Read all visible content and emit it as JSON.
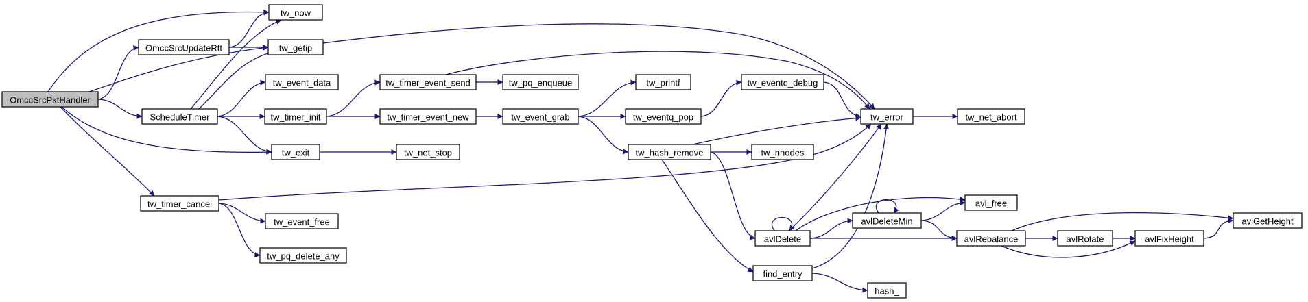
{
  "graph": {
    "nodes": [
      {
        "id": "OmccSrcPktHandler",
        "label": "OmccSrcPktHandler",
        "focus": true
      },
      {
        "id": "OmccSrcUpdateRtt",
        "label": "OmccSrcUpdateRtt"
      },
      {
        "id": "ScheduleTimer",
        "label": "ScheduleTimer"
      },
      {
        "id": "tw_timer_cancel",
        "label": "tw_timer_cancel"
      },
      {
        "id": "tw_now",
        "label": "tw_now"
      },
      {
        "id": "tw_getip",
        "label": "tw_getip"
      },
      {
        "id": "tw_event_data",
        "label": "tw_event_data"
      },
      {
        "id": "tw_timer_init",
        "label": "tw_timer_init"
      },
      {
        "id": "tw_exit",
        "label": "tw_exit"
      },
      {
        "id": "tw_event_free",
        "label": "tw_event_free"
      },
      {
        "id": "tw_pq_delete_any",
        "label": "tw_pq_delete_any"
      },
      {
        "id": "tw_timer_event_send",
        "label": "tw_timer_event_send"
      },
      {
        "id": "tw_timer_event_new",
        "label": "tw_timer_event_new"
      },
      {
        "id": "tw_net_stop",
        "label": "tw_net_stop"
      },
      {
        "id": "tw_pq_enqueue",
        "label": "tw_pq_enqueue"
      },
      {
        "id": "tw_event_grab",
        "label": "tw_event_grab"
      },
      {
        "id": "tw_printf",
        "label": "tw_printf"
      },
      {
        "id": "tw_eventq_pop",
        "label": "tw_eventq_pop"
      },
      {
        "id": "tw_hash_remove",
        "label": "tw_hash_remove"
      },
      {
        "id": "tw_eventq_debug",
        "label": "tw_eventq_debug"
      },
      {
        "id": "tw_nnodes",
        "label": "tw_nnodes"
      },
      {
        "id": "avlDelete",
        "label": "avlDelete"
      },
      {
        "id": "find_entry",
        "label": "find_entry"
      },
      {
        "id": "tw_error",
        "label": "tw_error"
      },
      {
        "id": "avlDeleteMin",
        "label": "avlDeleteMin"
      },
      {
        "id": "hash_",
        "label": "hash_"
      },
      {
        "id": "tw_net_abort",
        "label": "tw_net_abort"
      },
      {
        "id": "avl_free",
        "label": "avl_free"
      },
      {
        "id": "avlRebalance",
        "label": "avlRebalance"
      },
      {
        "id": "avlRotate",
        "label": "avlRotate"
      },
      {
        "id": "avlFixHeight",
        "label": "avlFixHeight"
      },
      {
        "id": "avlGetHeight",
        "label": "avlGetHeight"
      }
    ],
    "edges": [
      {
        "from": "OmccSrcPktHandler",
        "to": "tw_now"
      },
      {
        "from": "OmccSrcPktHandler",
        "to": "OmccSrcUpdateRtt"
      },
      {
        "from": "OmccSrcPktHandler",
        "to": "tw_getip"
      },
      {
        "from": "OmccSrcPktHandler",
        "to": "ScheduleTimer"
      },
      {
        "from": "OmccSrcPktHandler",
        "to": "tw_exit"
      },
      {
        "from": "OmccSrcPktHandler",
        "to": "tw_timer_cancel"
      },
      {
        "from": "OmccSrcUpdateRtt",
        "to": "tw_now"
      },
      {
        "from": "OmccSrcUpdateRtt",
        "to": "tw_getip"
      },
      {
        "from": "ScheduleTimer",
        "to": "tw_now"
      },
      {
        "from": "ScheduleTimer",
        "to": "tw_getip"
      },
      {
        "from": "ScheduleTimer",
        "to": "tw_event_data"
      },
      {
        "from": "ScheduleTimer",
        "to": "tw_timer_init"
      },
      {
        "from": "ScheduleTimer",
        "to": "tw_exit"
      },
      {
        "from": "tw_getip",
        "to": "tw_error"
      },
      {
        "from": "tw_timer_init",
        "to": "tw_timer_event_send"
      },
      {
        "from": "tw_timer_init",
        "to": "tw_timer_event_new"
      },
      {
        "from": "tw_exit",
        "to": "tw_net_stop"
      },
      {
        "from": "tw_timer_cancel",
        "to": "tw_error"
      },
      {
        "from": "tw_timer_cancel",
        "to": "tw_event_free"
      },
      {
        "from": "tw_timer_cancel",
        "to": "tw_pq_delete_any"
      },
      {
        "from": "tw_timer_event_send",
        "to": "tw_pq_enqueue"
      },
      {
        "from": "tw_timer_event_send",
        "to": "tw_error"
      },
      {
        "from": "tw_timer_event_new",
        "to": "tw_event_grab"
      },
      {
        "from": "tw_event_grab",
        "to": "tw_printf"
      },
      {
        "from": "tw_event_grab",
        "to": "tw_eventq_pop"
      },
      {
        "from": "tw_event_grab",
        "to": "tw_hash_remove"
      },
      {
        "from": "tw_eventq_pop",
        "to": "tw_eventq_debug"
      },
      {
        "from": "tw_eventq_debug",
        "to": "tw_error"
      },
      {
        "from": "tw_hash_remove",
        "to": "tw_error"
      },
      {
        "from": "tw_hash_remove",
        "to": "tw_nnodes"
      },
      {
        "from": "tw_hash_remove",
        "to": "avlDelete"
      },
      {
        "from": "tw_hash_remove",
        "to": "find_entry"
      },
      {
        "from": "tw_error",
        "to": "tw_net_abort"
      },
      {
        "from": "avlDelete",
        "to": "avlDelete"
      },
      {
        "from": "avlDelete",
        "to": "avl_free"
      },
      {
        "from": "avlDelete",
        "to": "avlDeleteMin"
      },
      {
        "from": "avlDelete",
        "to": "avlRebalance"
      },
      {
        "from": "avlDelete",
        "to": "tw_error"
      },
      {
        "from": "avlDeleteMin",
        "to": "avlDeleteMin"
      },
      {
        "from": "avlDeleteMin",
        "to": "avl_free"
      },
      {
        "from": "avlDeleteMin",
        "to": "avlRebalance"
      },
      {
        "from": "find_entry",
        "to": "tw_error"
      },
      {
        "from": "find_entry",
        "to": "hash_"
      },
      {
        "from": "avlRebalance",
        "to": "avlGetHeight"
      },
      {
        "from": "avlRebalance",
        "to": "avlRotate"
      },
      {
        "from": "avlRebalance",
        "to": "avlFixHeight"
      },
      {
        "from": "avlRotate",
        "to": "avlFixHeight"
      },
      {
        "from": "avlFixHeight",
        "to": "avlGetHeight"
      }
    ]
  },
  "colors": {
    "edge": "#191970",
    "focus_node_fill": "#bfbfbf",
    "node_border": "#000000"
  }
}
